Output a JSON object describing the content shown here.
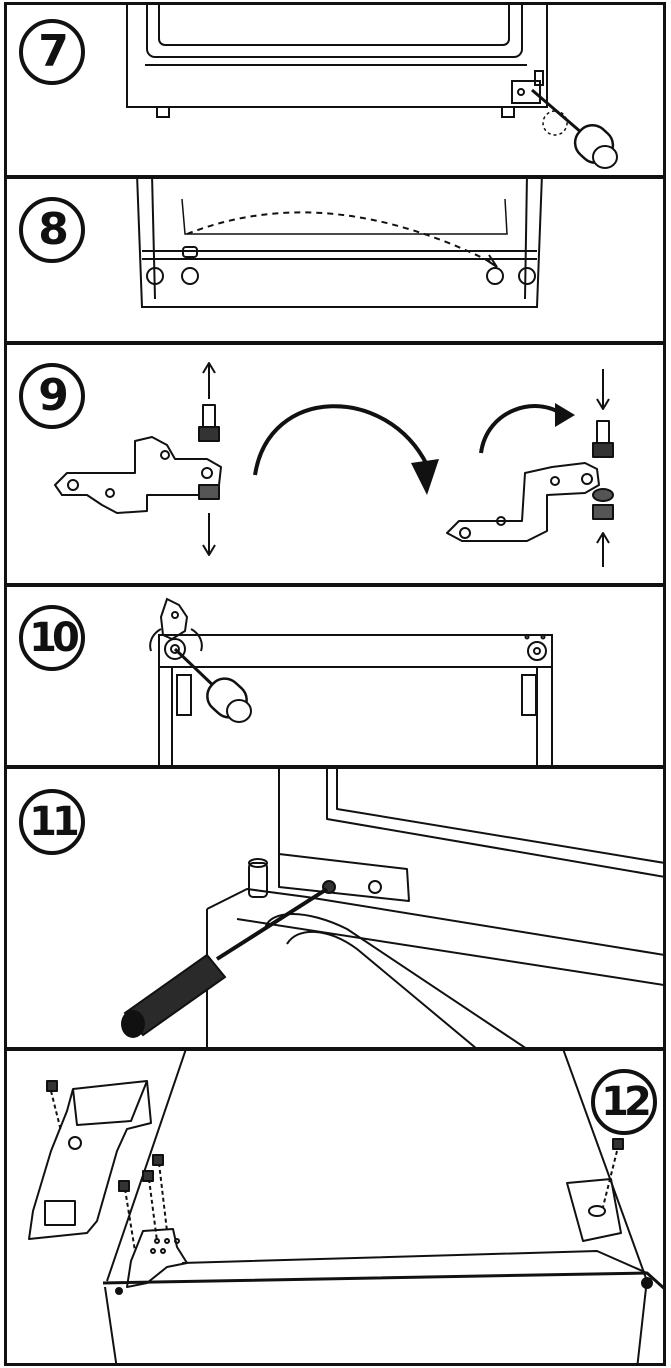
{
  "steps": [
    {
      "number": "7"
    },
    {
      "number": "8"
    },
    {
      "number": "9"
    },
    {
      "number": "10"
    },
    {
      "number": "11"
    },
    {
      "number": "12"
    }
  ],
  "colors": {
    "line": "#111111",
    "background": "#ffffff",
    "grip": "#d8d8d8"
  },
  "icons": [
    "screwdriver-icon",
    "hinge-bracket-icon",
    "bolt-icon",
    "nut-icon",
    "rotate-arrow-icon",
    "screw-icon"
  ]
}
